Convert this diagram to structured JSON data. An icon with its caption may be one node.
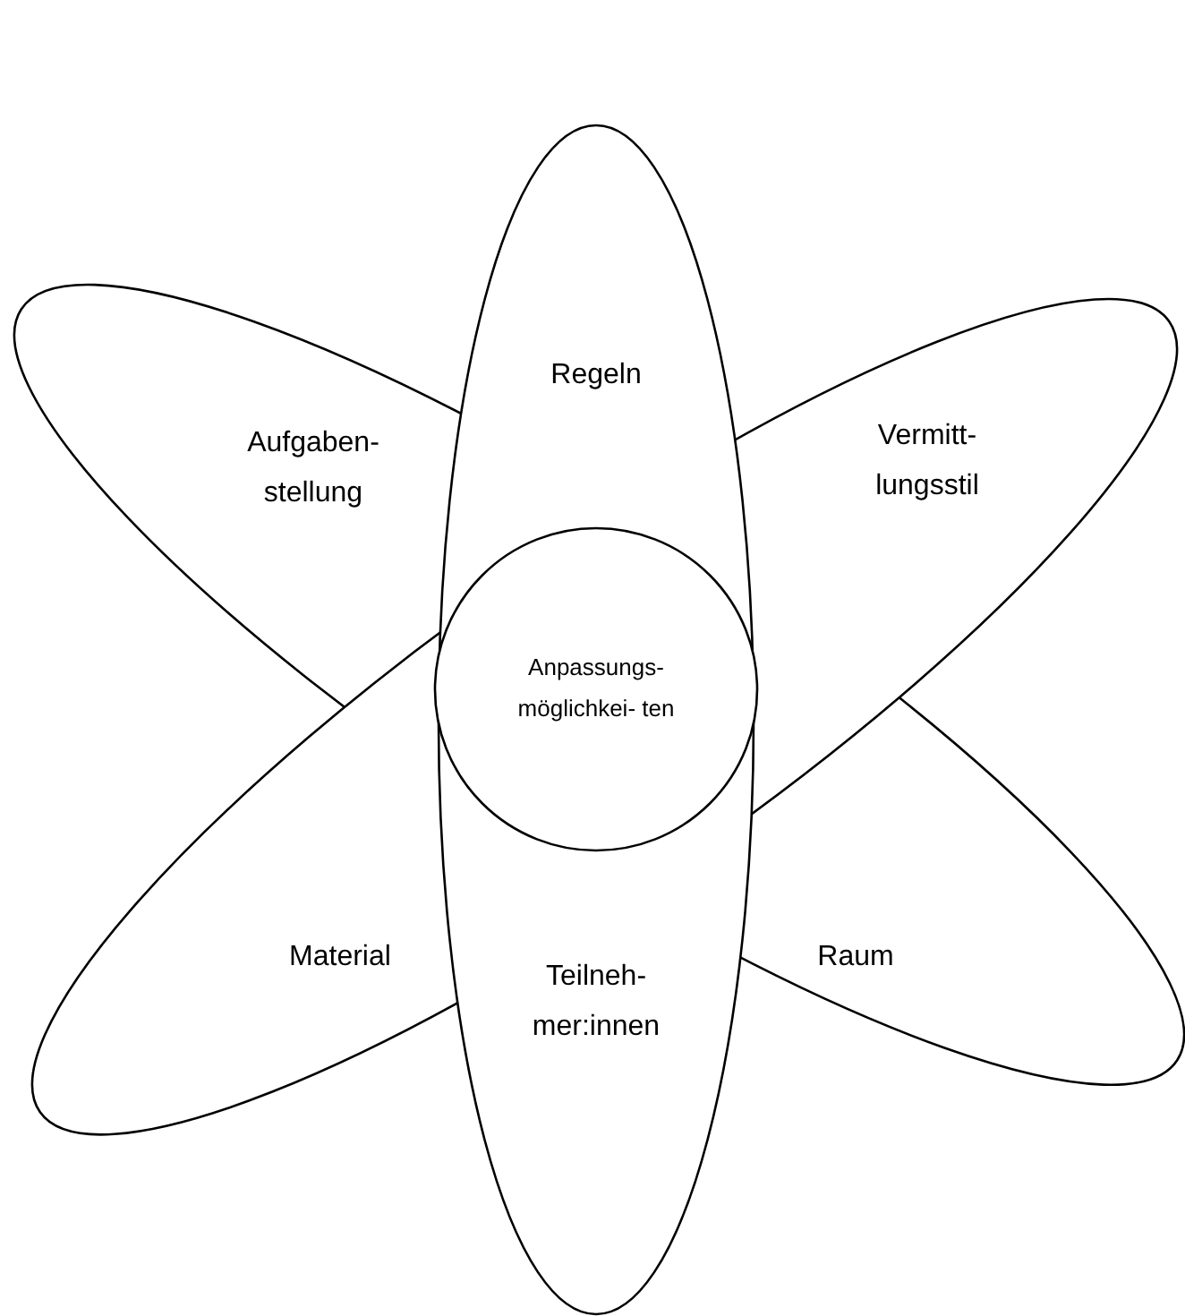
{
  "diagram": {
    "nodes": [
      {
        "text": [
          "Aufgaben- stellung",
          "Raum"
        ]
      },
      {
        "text": [
          "Vermitt- lungsstil",
          "Material"
        ]
      },
      {
        "text": [
          "Regeln",
          "Teilneh- mer:innen"
        ]
      },
      {
        "text": [
          "Anpassungs- möglichkei- ten"
        ]
      }
    ]
  }
}
